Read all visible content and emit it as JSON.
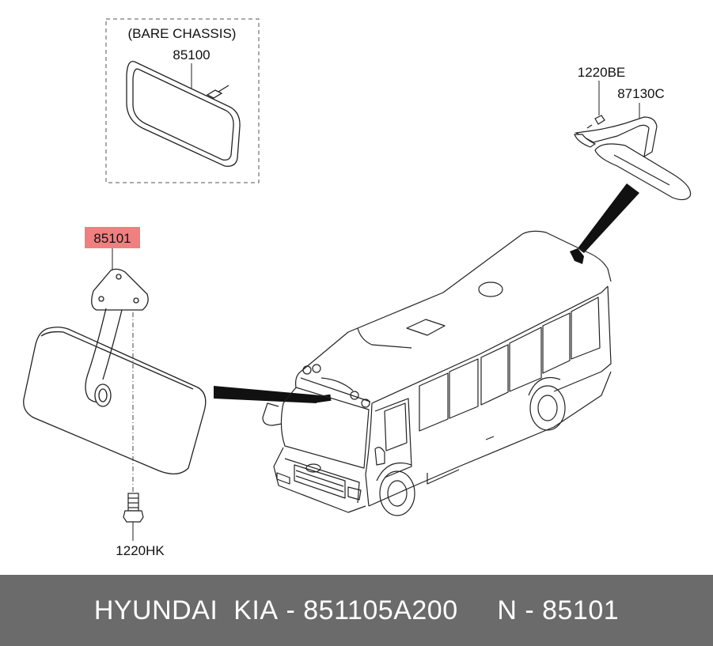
{
  "labels": {
    "bare_chassis": "(BARE CHASSIS)",
    "part_85100": "85100",
    "part_85101": "85101",
    "part_1220hk": "1220HK",
    "part_1220be": "1220BE",
    "part_87130c": "87130C"
  },
  "footer": {
    "brand": "HYUNDAI  KIA",
    "sep1": " - ",
    "part_number": "851105A200",
    "gap": "     ",
    "ref": "N - 85101"
  },
  "colors": {
    "highlight": "#f08080",
    "footer_bg": "#6b6b6b",
    "line": "#222222"
  }
}
